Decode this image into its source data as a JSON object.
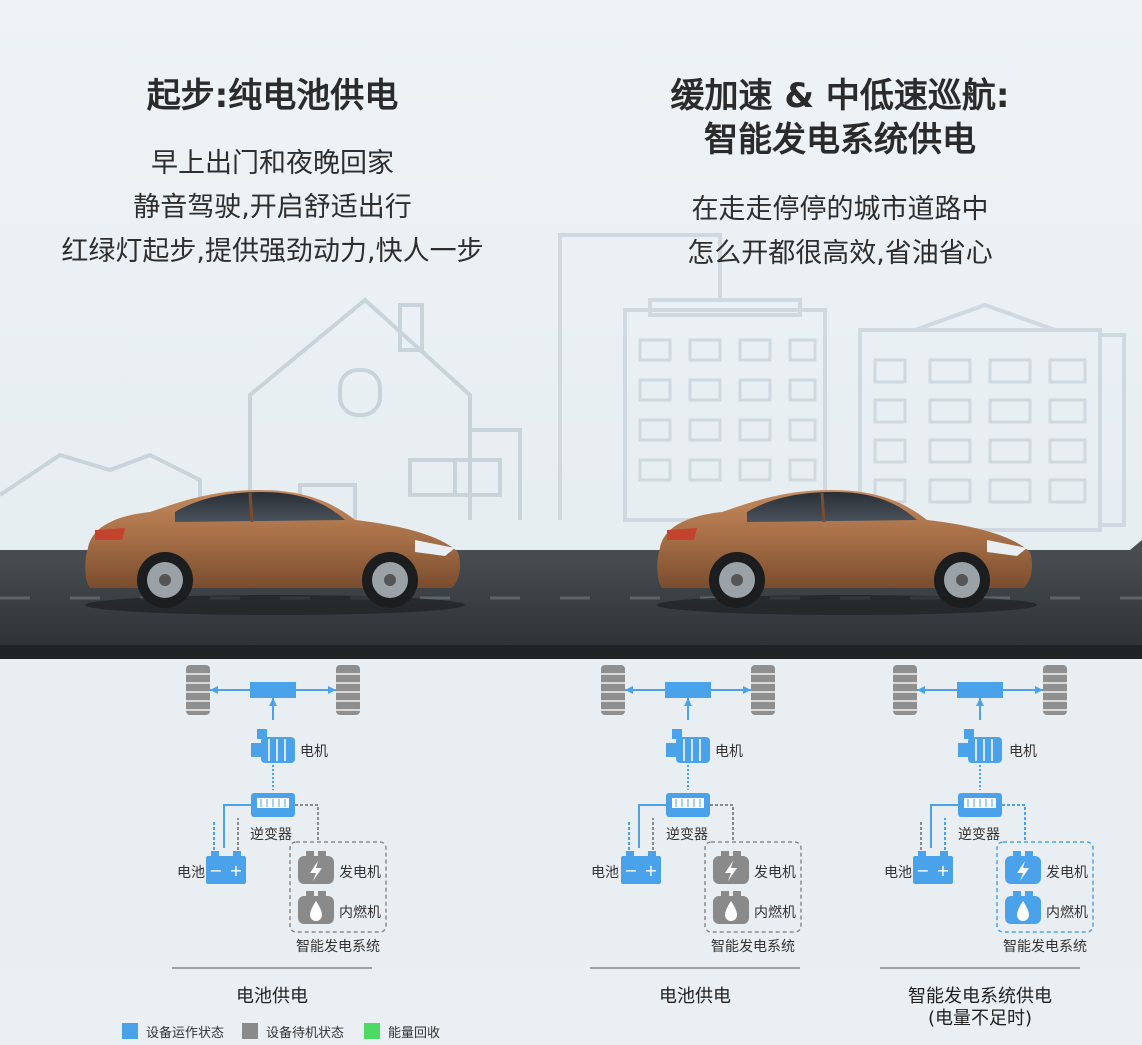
{
  "left_panel": {
    "title": "起步:纯电池供电",
    "lines": [
      "早上出门和夜晚回家",
      "静音驾驶,开启舒适出行",
      "红绿灯起步,提供强劲动力,快人一步"
    ]
  },
  "right_panel": {
    "title_line1": "缓加速 & 中低速巡航:",
    "title_line2": "智能发电系统供电",
    "lines": [
      "在走走停停的城市道路中",
      "怎么开都很高效,省油省心"
    ]
  },
  "diagram_labels": {
    "motor": "电机",
    "inverter": "逆变器",
    "battery": "电池",
    "generator": "发电机",
    "engine": "内燃机",
    "system": "智能发电系统"
  },
  "footers": {
    "d1": "电池供电",
    "d2": "电池供电",
    "d3_line1": "智能发电系统供电",
    "d3_line2": "(电量不足时)"
  },
  "legend": [
    {
      "label": "设备运作状态",
      "color": "#4aa3ea"
    },
    {
      "label": "设备待机状态",
      "color": "#8a8a8a"
    },
    {
      "label": "能量回收",
      "color": "#4cd964"
    }
  ],
  "colors": {
    "active": "#4aa3ea",
    "standby": "#8a8a8a",
    "road": "#3d4246",
    "car_body": "#a56e46"
  }
}
